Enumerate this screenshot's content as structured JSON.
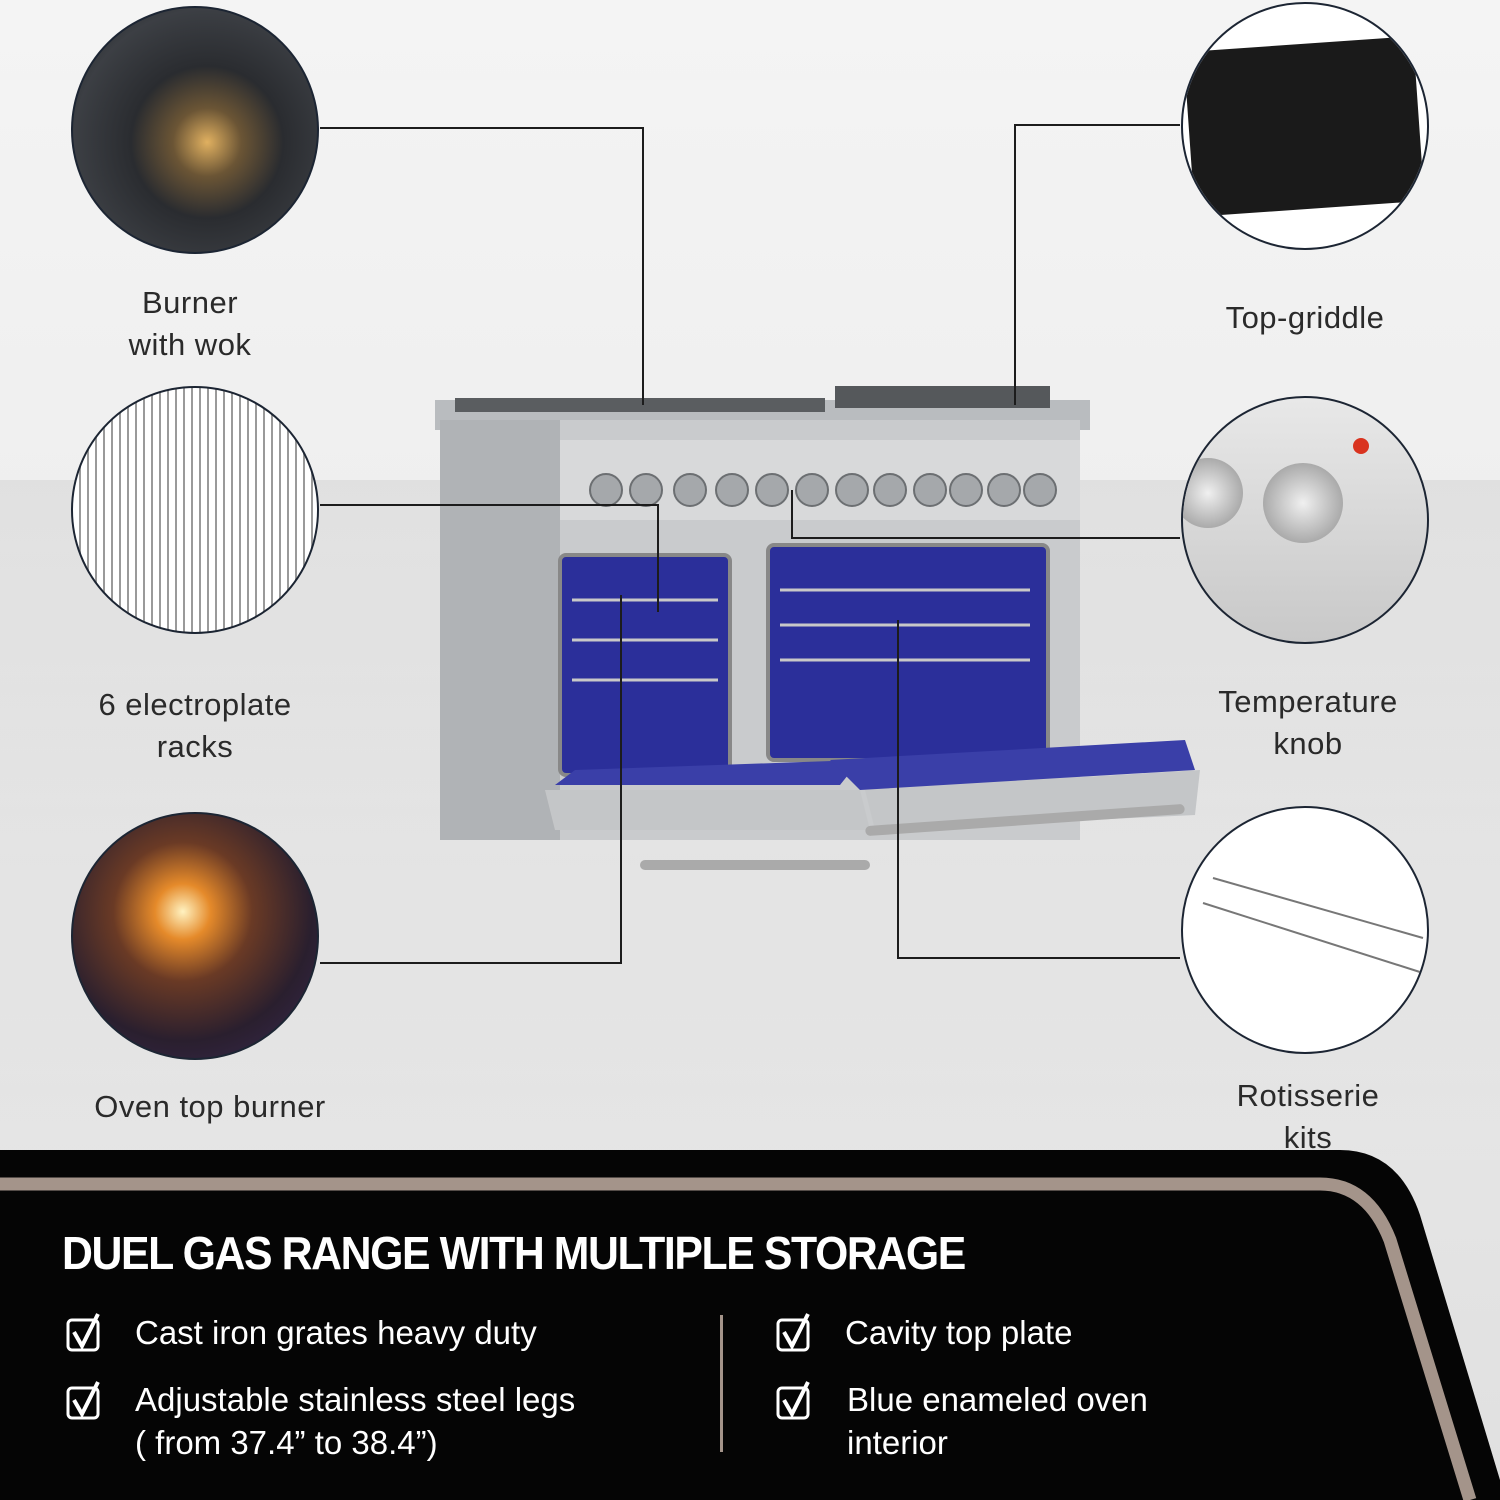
{
  "callouts": {
    "burner": [
      "Burner",
      "with wok"
    ],
    "griddle": "Top-griddle",
    "racks": [
      "6 electroplate",
      "racks"
    ],
    "knob": [
      "Temperature",
      "knob"
    ],
    "oven_burner": "Oven top burner",
    "rotisserie": [
      "Rotisserie",
      "kits"
    ]
  },
  "panel": {
    "title": "DUEL GAS RANGE WITH MULTIPLE STORAGE",
    "features_left": [
      "Cast iron grates heavy duty",
      "Adjustable stainless steel legs",
      "( from 37.4” to 38.4”)"
    ],
    "features_right": [
      "Cavity top plate",
      "Blue enameled oven",
      "interior"
    ]
  },
  "colors": {
    "panel": "#050505",
    "accent": "#a4948a",
    "oven_interior": "#2b2f9a"
  }
}
